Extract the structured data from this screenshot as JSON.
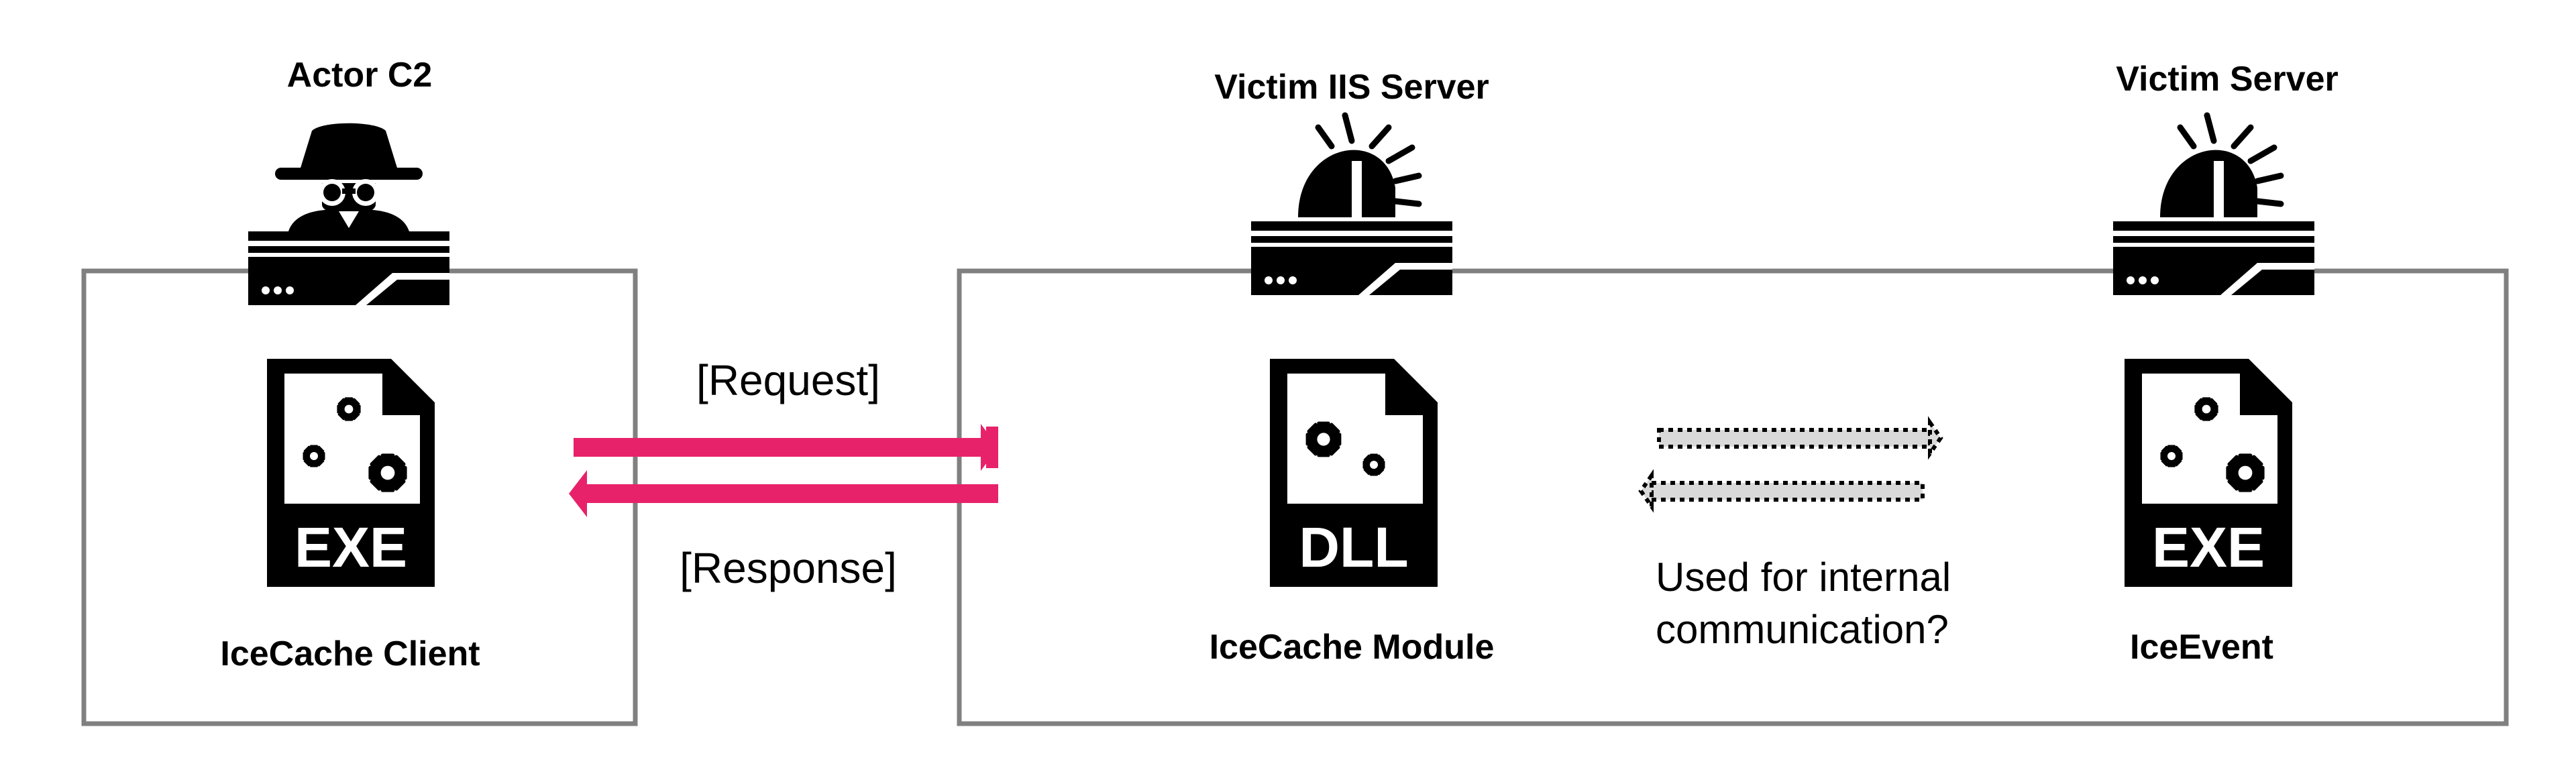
{
  "nodes": {
    "actor_c2": {
      "title": "Actor C2",
      "icon": "spy-server-icon"
    },
    "iis_server": {
      "title": "Victim IIS Server",
      "icon": "infected-server-icon"
    },
    "victim_server": {
      "title": "Victim Server",
      "icon": "infected-server-icon"
    }
  },
  "files": {
    "client": {
      "badge": "EXE",
      "name": "IceCache Client",
      "icon": "exe-file-icon"
    },
    "module": {
      "badge": "DLL",
      "name": "IceCache Module",
      "icon": "dll-file-icon"
    },
    "event": {
      "badge": "EXE",
      "name": "IceEvent",
      "icon": "exe-file-icon"
    }
  },
  "edges": {
    "request": {
      "label": "[Request]",
      "color": "#e8226a"
    },
    "response": {
      "label": "[Response]",
      "color": "#e8226a"
    },
    "internal": {
      "line1": "Used for internal",
      "line2": "communication?",
      "style": "dotted-gray"
    }
  }
}
